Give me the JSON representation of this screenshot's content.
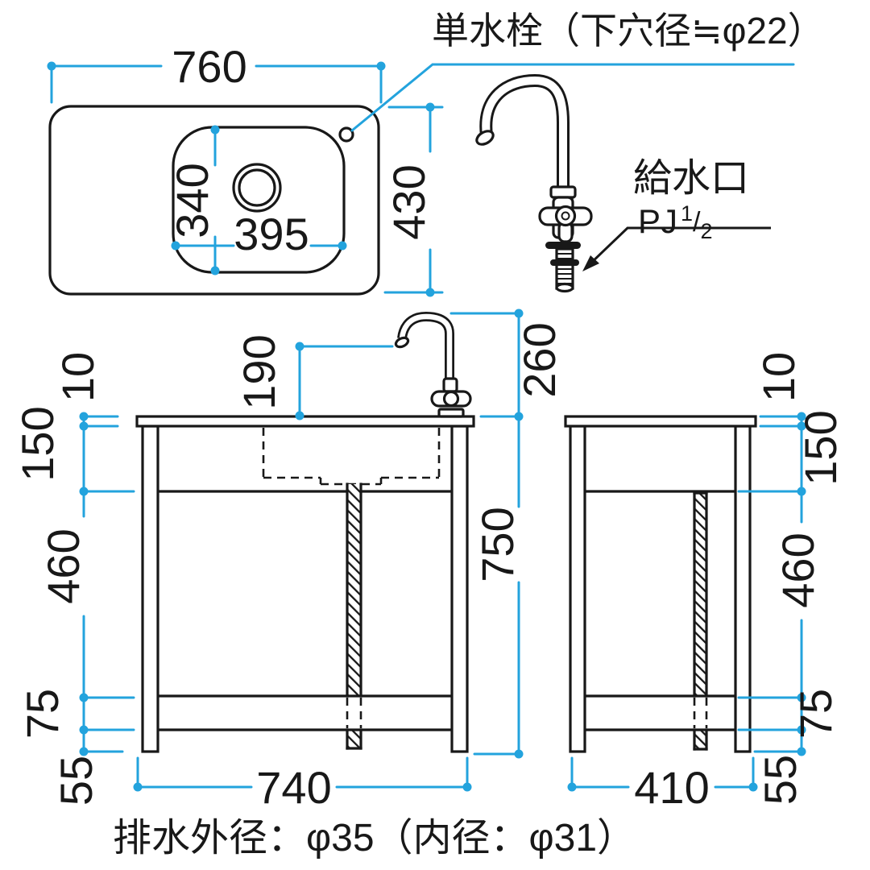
{
  "colors": {
    "dimension_line": "#23a3dd",
    "drawing_line": "#181818",
    "background": "#ffffff"
  },
  "annotations": {
    "tap_label": "単水栓（下穴径≒φ22）",
    "supply_port_label": "給水口",
    "supply_thread_prefix": "PJ",
    "supply_thread_numerator": "1",
    "supply_thread_slash": "/",
    "supply_thread_denominator": "2",
    "drain_note": "排水外径：φ35（内径：φ31）"
  },
  "dimensions": {
    "plan_overall_width": "760",
    "plan_overall_depth": "430",
    "bowl_depth": "340",
    "bowl_width": "395",
    "spout_height": "190",
    "faucet_above_counter": "260",
    "overall_height": "750",
    "front_leg_span": "740",
    "side_leg_span": "410",
    "counter_thickness_left": "10",
    "apron_height_left": "150",
    "open_height_left": "460",
    "shelf_height_left": "75",
    "foot_height_left": "55",
    "counter_thickness_right": "10",
    "apron_height_right": "150",
    "open_height_right": "460",
    "shelf_height_right": "75",
    "foot_height_right": "55"
  }
}
